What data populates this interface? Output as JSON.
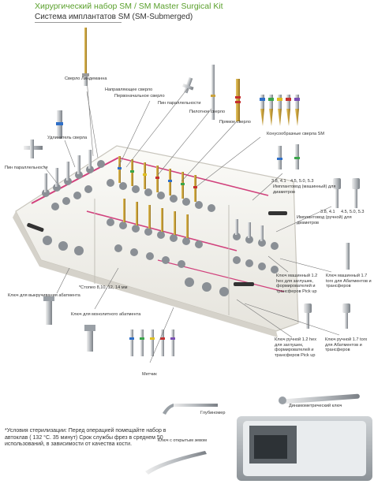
{
  "header": {
    "title_ru": "Хирургический набор SM / SM Master Surgical Kit",
    "subtitle_ru": "Система имплантатов SM (SM-Submerged)"
  },
  "labels": {
    "lindemann_drill": "Сверло Линдеманна",
    "guide_drill": "Направляющее сверло",
    "initial_drill": "Первоначальное сверло",
    "parallel_pin_top": "Пин параллельности",
    "pilot_drill": "Пилотное сверло",
    "straight_drill": "Прямое сверло",
    "conical_drills": "Конусообразные сверла SM",
    "drill_extension": "Удлинитель сверла",
    "parallel_pin_left": "Пин параллельности",
    "implant_driver_machine": "Имплантовод (машинный) для диаметров",
    "diam_set_1": "3.8, 4.1",
    "diam_set_2": "4.5, 5.0, 5.3",
    "diam_set_3": "3.8, 4.1",
    "diam_set_4": "4.5, 5.0, 5.3",
    "implant_driver_manual": "Имплантовод (ручной) для диаметров",
    "key_machine_hex": "Ключ машинный 1.2 hex для заглушек, формирователей и трансферов Pick up",
    "key_machine_torx": "Ключ машинный 1.7 torx для Абатментов и трансферов",
    "key_manual_hex": "Ключ ручной 1.2 hex для заглушек, формирователей и трансферов Pick up",
    "key_manual_torx": "Ключ ручной 1.7 torx для Абатментов и трансферов",
    "abutment_removal_key": "Ключ для выкручивания абатмента",
    "stops": "*Стопео 8,10, 12, 14 мм",
    "monolith_abutment_key": "Ключ для монолитного абатмента",
    "marker": "Метчик",
    "depth_gauge": "Глубиномер",
    "torque_wrench": "Динамометрический ключ",
    "open_key": "Ключ с открытым зевом"
  },
  "note": {
    "text": "*Условия стерилизации: Перед операцией помещайте набор в автоклав ( 132 °С. 35 минут) Срок службы фрез в среднем 50 использований, в зависимости от качества кости."
  },
  "colors": {
    "brand_green": "#5aa02c",
    "tray_pink": "#d1417c",
    "gold": "#caa23c",
    "drill_band_blue": "#2f6fc7",
    "drill_band_red": "#c53030",
    "drill_band_yellow": "#e0c020",
    "drill_band_green": "#3aa64a"
  }
}
